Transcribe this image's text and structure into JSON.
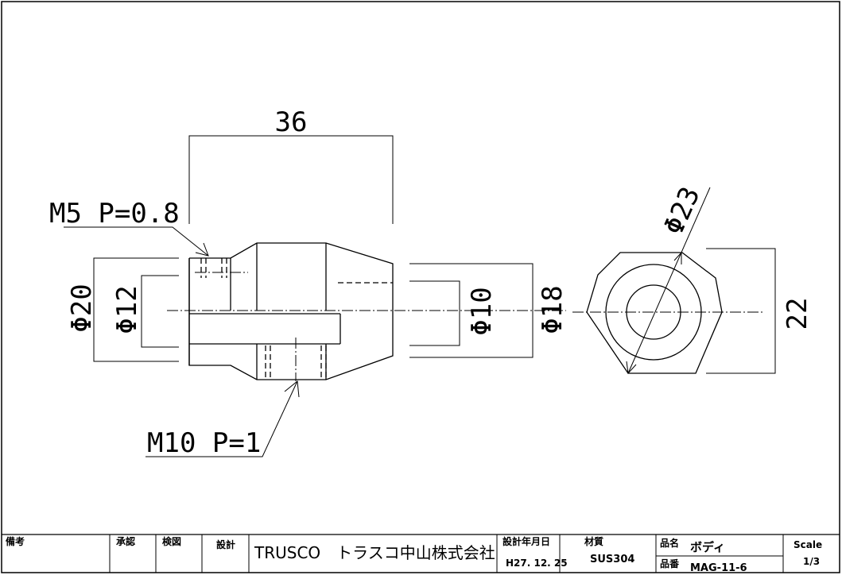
{
  "drawing": {
    "dim_length": "36",
    "dim_thread_small": "M5 P=0.8",
    "dim_thread_large": "M10 P=1",
    "dim_outer_dia": "Φ20",
    "dim_inner_dia": "Φ12",
    "dim_bore_dia": "Φ10",
    "dim_tip_dia": "Φ18",
    "dim_hex_corner": "Φ23",
    "dim_hex_flat": "22"
  },
  "title_block": {
    "remarks_label": "備考",
    "approved_label": "承認",
    "checked_label": "検図",
    "designed_label": "設計",
    "company": "TRUSCO　トラスコ中山株式会社",
    "design_date_label": "設計年月日",
    "design_date": "H27. 12. 25",
    "material_label": "材質",
    "material": "SUS304",
    "part_name_label": "品名",
    "part_name": "ボディ",
    "part_no_label": "品番",
    "part_no": "MAG-11-6",
    "scale_label": "Scale",
    "scale": "1/3"
  }
}
